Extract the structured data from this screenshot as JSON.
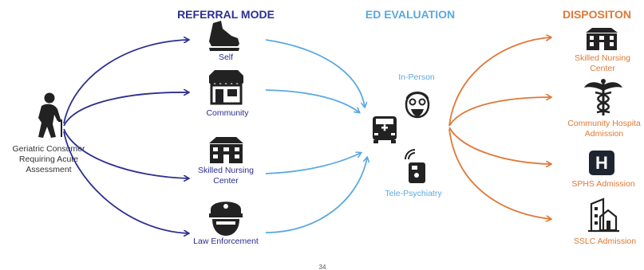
{
  "colors": {
    "referral": "#2b2f8f",
    "evaluation": "#5aa9e1",
    "disposition": "#e07837",
    "icon": "#222222",
    "icon_light": "#ffffff"
  },
  "headers": {
    "referral": "REFERRAL MODE",
    "evaluation": "ED EVALUATION",
    "disposition": "DISPOSITON"
  },
  "source": {
    "line1": "Geriatric Consumer",
    "line2": "Requiring Acute",
    "line3": "Assessment",
    "icon": "elderly-person-with-cane-icon"
  },
  "referral_modes": [
    {
      "label": "Self",
      "icon": "sneaker-icon"
    },
    {
      "label": "Community",
      "icon": "storefront-icon"
    },
    {
      "label_line1": "Skilled Nursing",
      "label_line2": "Center",
      "icon": "nursing-home-icon"
    },
    {
      "label": "Law Enforcement",
      "icon": "police-officer-icon"
    }
  ],
  "evaluation": {
    "center_icon": "ambulance-icon",
    "in_person": {
      "label": "In-Person",
      "icon": "psychiatrist-icon"
    },
    "tele": {
      "label": "Tele-Psychiatry",
      "icon": "mobile-phone-icon"
    }
  },
  "dispositions": [
    {
      "label_line1": "Skilled Nursing",
      "label_line2": "Center",
      "icon": "nursing-home-icon"
    },
    {
      "label_line1": "Community Hospita",
      "label_line2": "Admission",
      "icon": "caduceus-icon"
    },
    {
      "label": "SPHS Admission",
      "letter": "H",
      "icon": "hospital-h-icon"
    },
    {
      "label": "SSLC Admission",
      "icon": "residential-building-icon"
    }
  ],
  "page_number": "34"
}
